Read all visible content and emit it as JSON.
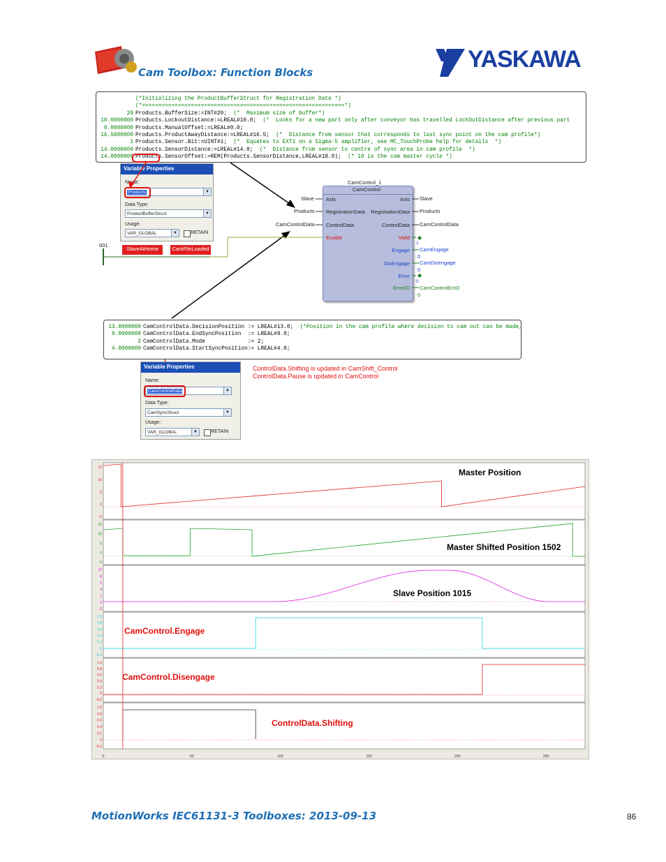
{
  "header": {
    "title": "Cam Toolbox: Function Blocks",
    "brand": "YASKAWA"
  },
  "code_top": {
    "lines": [
      {
        "num": "",
        "text": "(*Initializing the ProductBufferStruct for Registration Data *)",
        "comment": true
      },
      {
        "num": "",
        "text": "(*==============================================================*)",
        "comment": true
      },
      {
        "num": "20",
        "code": "Products.BufferSize:=INT#20;",
        "comment_text": "(*  Maximum size of buffer*)"
      },
      {
        "num": "10.0000000",
        "code": "Products.LockoutDistance:=LREAL#10.0;",
        "comment_text": "(*  Looks for a new part only after conveyor has travelled LockOutDistance after previous part"
      },
      {
        "num": "0.0000000",
        "code": "Products.ManualOffset:=LREAL#0.0;",
        "comment_text": ""
      },
      {
        "num": "16.5000000",
        "code": "Products.ProductAwayDistance:=LREAL#16.5;",
        "comment_text": "(*  Distance from sensor that corresponds to last sync point on the cam profile*)"
      },
      {
        "num": "1",
        "code": "Products.Sensor.Bit:=UINT#1;",
        "comment_text": "(*  Equates to EXT1 on a Sigma-5 amplifier, see MC_TouchProbe help for details  *)"
      },
      {
        "num": "14.0000000",
        "code": "Products.SensorDistance:=LREAL#14.0;",
        "comment_text": "(*  Distance from sensor to centre of sync area in cam profile  *)"
      },
      {
        "num": "14.0000000",
        "code": "Products.SensorOffset:=REM(Products.SensorDistance,LREAL#18.0);",
        "comment_text": "(* 18 is the cam master cycle *)"
      }
    ]
  },
  "var_props_1": {
    "title": "Variable Properties",
    "name_label": "Name:",
    "name_value": "Products",
    "type_label": "Data Type:",
    "type_value": "ProductBufferStruct",
    "usage_label": "Usage:",
    "usage_value": "VAR_GLOBAL",
    "retain_label": "RETAIN"
  },
  "fb": {
    "instance": "CamControl_1",
    "type": "CamControl",
    "in_pins": [
      "Axis",
      "RegistrationData",
      "ControlData",
      "Enable"
    ],
    "out_pins": [
      "Axis",
      "RegistrationData",
      "ControlData",
      "Valid",
      "Engage",
      "DisEngage",
      "Error",
      "ErrorID"
    ],
    "in_vars": [
      "Slave",
      "Products",
      "CamControlData"
    ],
    "out_vars": [
      "Slave",
      "Products",
      "CamControlData",
      "CamEngage",
      "CamDisengage",
      "CamControlErrID"
    ],
    "out_values": [
      "1",
      "0",
      "0",
      "0",
      "0"
    ],
    "rung": "001",
    "contact1": "SlaveAtHome",
    "contact2": "CamFileLoaded"
  },
  "code_bottom": {
    "lines": [
      {
        "num": "13.0000000",
        "code": "CamControlData.DecisionPosition := LREAL#13.0;",
        "comment_text": "(*Position in the cam profile where decision to cam out can be made,"
      },
      {
        "num": "9.0000000",
        "code": "CamControlData.EndSyncPosition  := LREAL#9.0;",
        "comment_text": ""
      },
      {
        "num": "2",
        "code": "CamControlData.Mode             := 2;",
        "comment_text": ""
      },
      {
        "num": "4.0000000",
        "code": "CamControlData.StartSyncPosition:= LREAL#4.0;",
        "comment_text": ""
      }
    ]
  },
  "var_props_2": {
    "title": "Variable Properties",
    "name_label": "Name:",
    "name_value": "CamControlData",
    "type_label": "Data Type:",
    "type_value": "CamSyncStruct",
    "usage_label": "Usage:",
    "usage_value": "VAR_GLOBAL",
    "retain_label": "RETAIN"
  },
  "notes": {
    "line1": "ControlData.Shifting is updated in CamShift_Control",
    "line2": "ControlData.Pause is updated in CamControl"
  },
  "trace": {
    "x_ticks": [
      "0",
      "50",
      "100",
      "150",
      "200",
      "250"
    ],
    "panels": [
      {
        "label": "Master Position",
        "color": "#e02020",
        "label_color": "#000000",
        "y_ticks": [
          "15",
          "10",
          "5",
          "0",
          "-5"
        ]
      },
      {
        "label": "Master Shifted Position 1502",
        "color": "#20a020",
        "label_color": "#000000",
        "y_ticks": [
          "15",
          "10",
          "5",
          "0",
          "-5"
        ]
      },
      {
        "label": "Slave Position 1015",
        "color": "#e020e0",
        "label_color": "#000000",
        "y_ticks": [
          "10",
          "8",
          "6",
          "4",
          "2",
          "0",
          "-2"
        ]
      },
      {
        "label": "CamControl.Engage",
        "color": "#20d0d0",
        "label_color": "#e01010",
        "y_ticks": [
          "1.0",
          "0.8",
          "0.6",
          "0.4",
          "0.2",
          "0",
          "-0.2"
        ]
      },
      {
        "label": "CamControl.Disengage",
        "color": "#e02020",
        "label_color": "#e01010",
        "y_ticks": [
          "1.0",
          "0.8",
          "0.6",
          "0.4",
          "0.2",
          "0",
          "-0.2"
        ]
      },
      {
        "label": "ControlData.Shifting",
        "color": "#e02020",
        "label_color": "#e01010",
        "y_ticks": [
          "1.0",
          "0.8",
          "0.6",
          "0.4",
          "0.2",
          "0",
          "-0.2"
        ]
      }
    ]
  },
  "footer": {
    "title": "MotionWorks IEC61131-3 Toolboxes: 2013-09-13",
    "page": "86"
  }
}
